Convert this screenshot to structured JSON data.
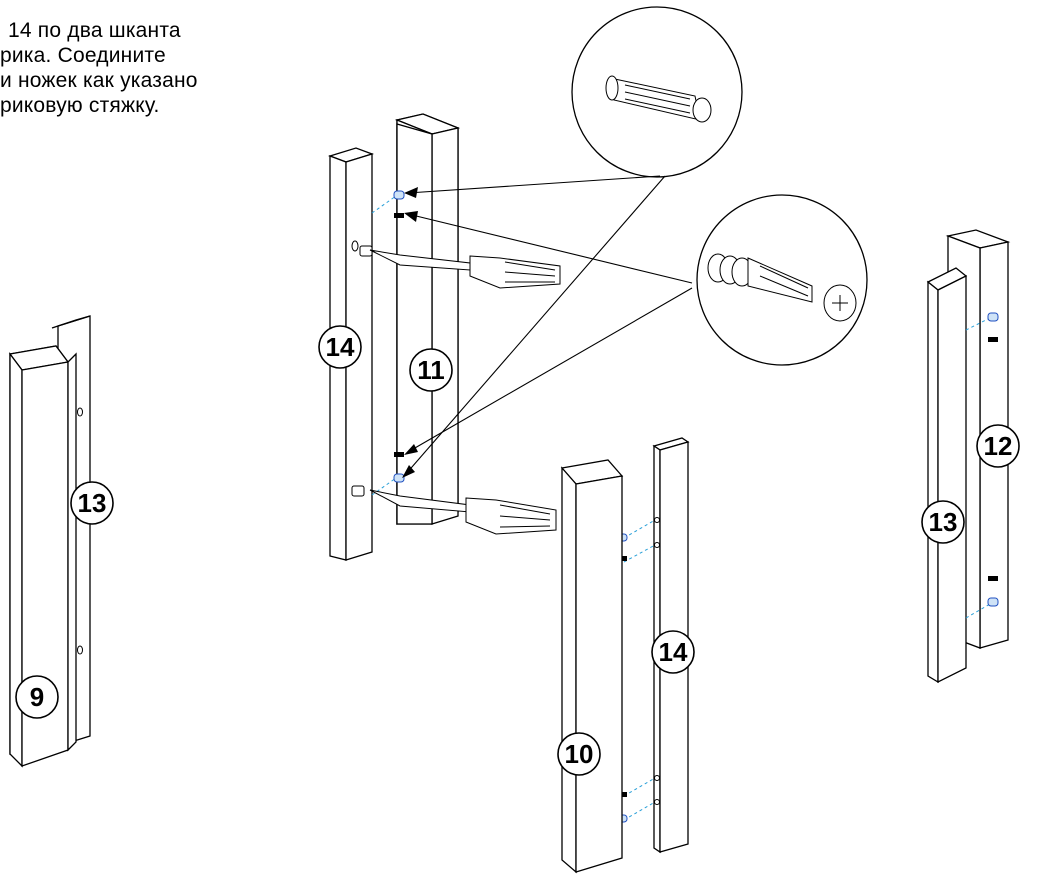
{
  "instruction": {
    "lines": [
      "14 по два шканта",
      "рика. Соедините",
      "и ножек как указано",
      "риковую стяжку."
    ]
  },
  "parts": {
    "p14_top": "14",
    "p11": "11",
    "p13_left": "13",
    "p9": "9",
    "p14_mid": "14",
    "p10": "10",
    "p12": "12",
    "p13_right": "13"
  },
  "callouts": {
    "dowel_detail": "dowel-icon",
    "cam_bolt_detail": "cam-bolt-icon"
  },
  "colors": {
    "line": "#000000",
    "dowel_fill": "#cfe3f7",
    "dowel_stroke": "#2050c0",
    "guide_dash": "#2aa0d8"
  }
}
